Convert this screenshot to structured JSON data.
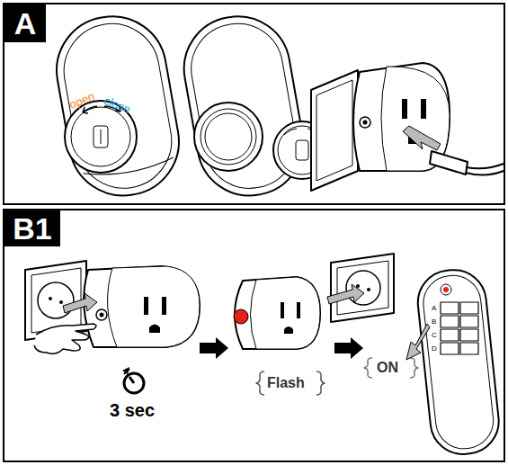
{
  "diagram": {
    "nodes": [
      {
        "text": [
          "A"
        ]
      },
      {
        "text": [
          "B1"
        ]
      }
    ],
    "labels": [
      "open",
      "close",
      "3 sec",
      "Flash",
      "ON",
      "A",
      "B",
      "C",
      "D"
    ]
  }
}
